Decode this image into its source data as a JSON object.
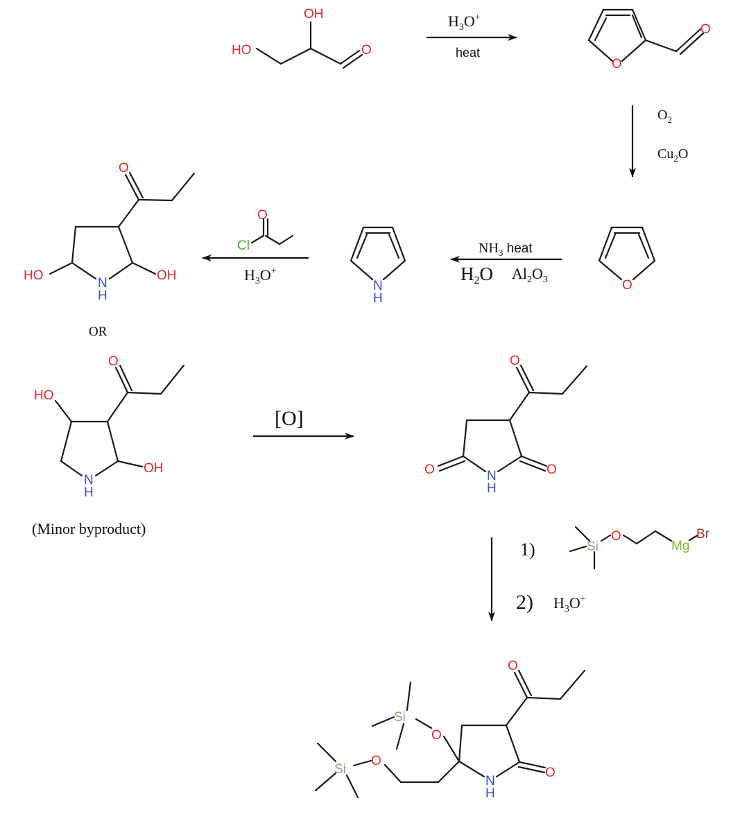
{
  "colors": {
    "bond": "#1a1a1a",
    "oxygen": "#e8262a",
    "nitrogen": "#3b4fd1",
    "chlorine": "#3fae2a",
    "silicon": "#a8957a",
    "magnesium": "#7cb93a",
    "bromine": "#a23a2a"
  },
  "atoms": {
    "OH": "OH",
    "HO": "HO",
    "O": "O",
    "N": "N",
    "H": "H",
    "Cl": "Cl",
    "Si": "Si",
    "Mg": "Mg",
    "Br": "Br"
  },
  "reactions": {
    "r1": {
      "top_prefix": "H",
      "top_sub": "3",
      "top_mid": "O",
      "top_sup": "+",
      "bottom": "heat"
    },
    "r2": {
      "o": "O",
      "o_sub": "2",
      "cu": "Cu",
      "cu_sub": "2",
      "cu_end": "O"
    },
    "r3": {
      "nh": "NH",
      "nh_sub": "3",
      "heat": " heat",
      "h": "H",
      "h_sub": "2",
      "h_end": "O",
      "al": "Al",
      "al_sub": "2",
      "al_end": "O",
      "al_sub2": "3"
    },
    "r4": {
      "h": "H",
      "h_sub": "3",
      "o": "O",
      "sup": "+"
    },
    "r5": {
      "label": "[O]"
    },
    "r6": {
      "step1": "1)",
      "step2": "2)",
      "h": "H",
      "h_sub": "3",
      "o": "O",
      "sup": "+"
    }
  },
  "labels": {
    "or": "OR",
    "minor": "(Minor byproduct)"
  }
}
